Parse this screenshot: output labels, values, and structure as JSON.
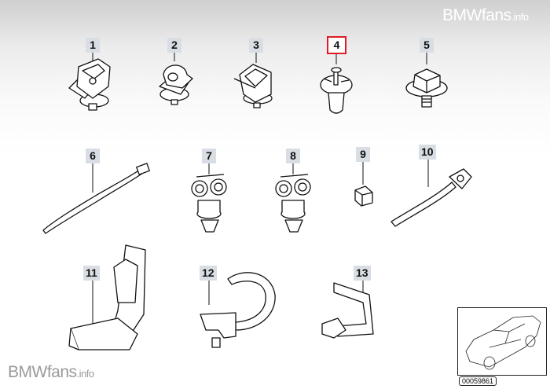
{
  "watermark_top": {
    "brand": "BMWfans",
    "suffix": ".info"
  },
  "watermark_bottom": {
    "brand": "BMWfans",
    "suffix": ".info"
  },
  "parts": [
    {
      "label": "1"
    },
    {
      "label": "2"
    },
    {
      "label": "3"
    },
    {
      "label": "4",
      "selected": true
    },
    {
      "label": "5"
    },
    {
      "label": "6"
    },
    {
      "label": "7"
    },
    {
      "label": "8"
    },
    {
      "label": "9"
    },
    {
      "label": "10"
    },
    {
      "label": "11"
    },
    {
      "label": "12"
    },
    {
      "label": "13"
    }
  ],
  "thumbnail": {
    "code": "00059861"
  },
  "colors": {
    "label_bg": "#d9dee4",
    "selected_border": "#e01b24"
  }
}
